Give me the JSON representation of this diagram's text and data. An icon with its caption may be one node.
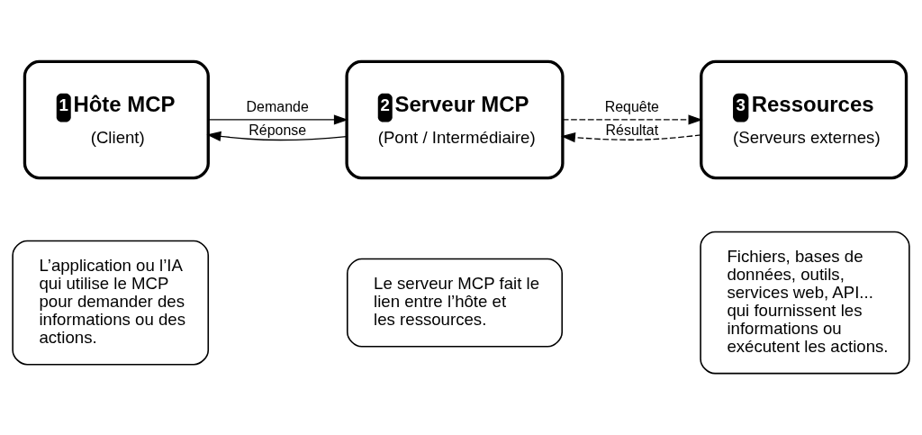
{
  "diagram": {
    "nodes": [
      {
        "text": [
          "1",
          "Hôte MCP",
          "(Client)"
        ]
      },
      {
        "text": [
          "2",
          "Serveur MCP",
          "(Pont / Intermédiaire)"
        ]
      },
      {
        "text": [
          "3",
          "Ressources",
          "(Serveurs externes)"
        ]
      },
      {
        "text": [
          "L’application ou l’IA qui utilise le MCP pour demander des informations ou des actions."
        ]
      },
      {
        "text": [
          "Le serveur MCP fait le lien entre l’hôte et les ressources."
        ]
      },
      {
        "text": [
          "Fichiers, bases de données, outils, services web, API... qui fournissent les informations ou exécutent les actions."
        ]
      }
    ],
    "edges": [
      {
        "from": 0,
        "to": 1,
        "arrow": "to",
        "label": "Demande"
      },
      {
        "from": 1,
        "to": 0,
        "arrow": "to",
        "label": "Réponse"
      },
      {
        "from": 1,
        "to": 2,
        "arrow": "to",
        "label": "Requête",
        "style": "dashed"
      },
      {
        "from": 2,
        "to": 1,
        "arrow": "to",
        "label": "Résultat",
        "style": "dashed"
      }
    ]
  }
}
